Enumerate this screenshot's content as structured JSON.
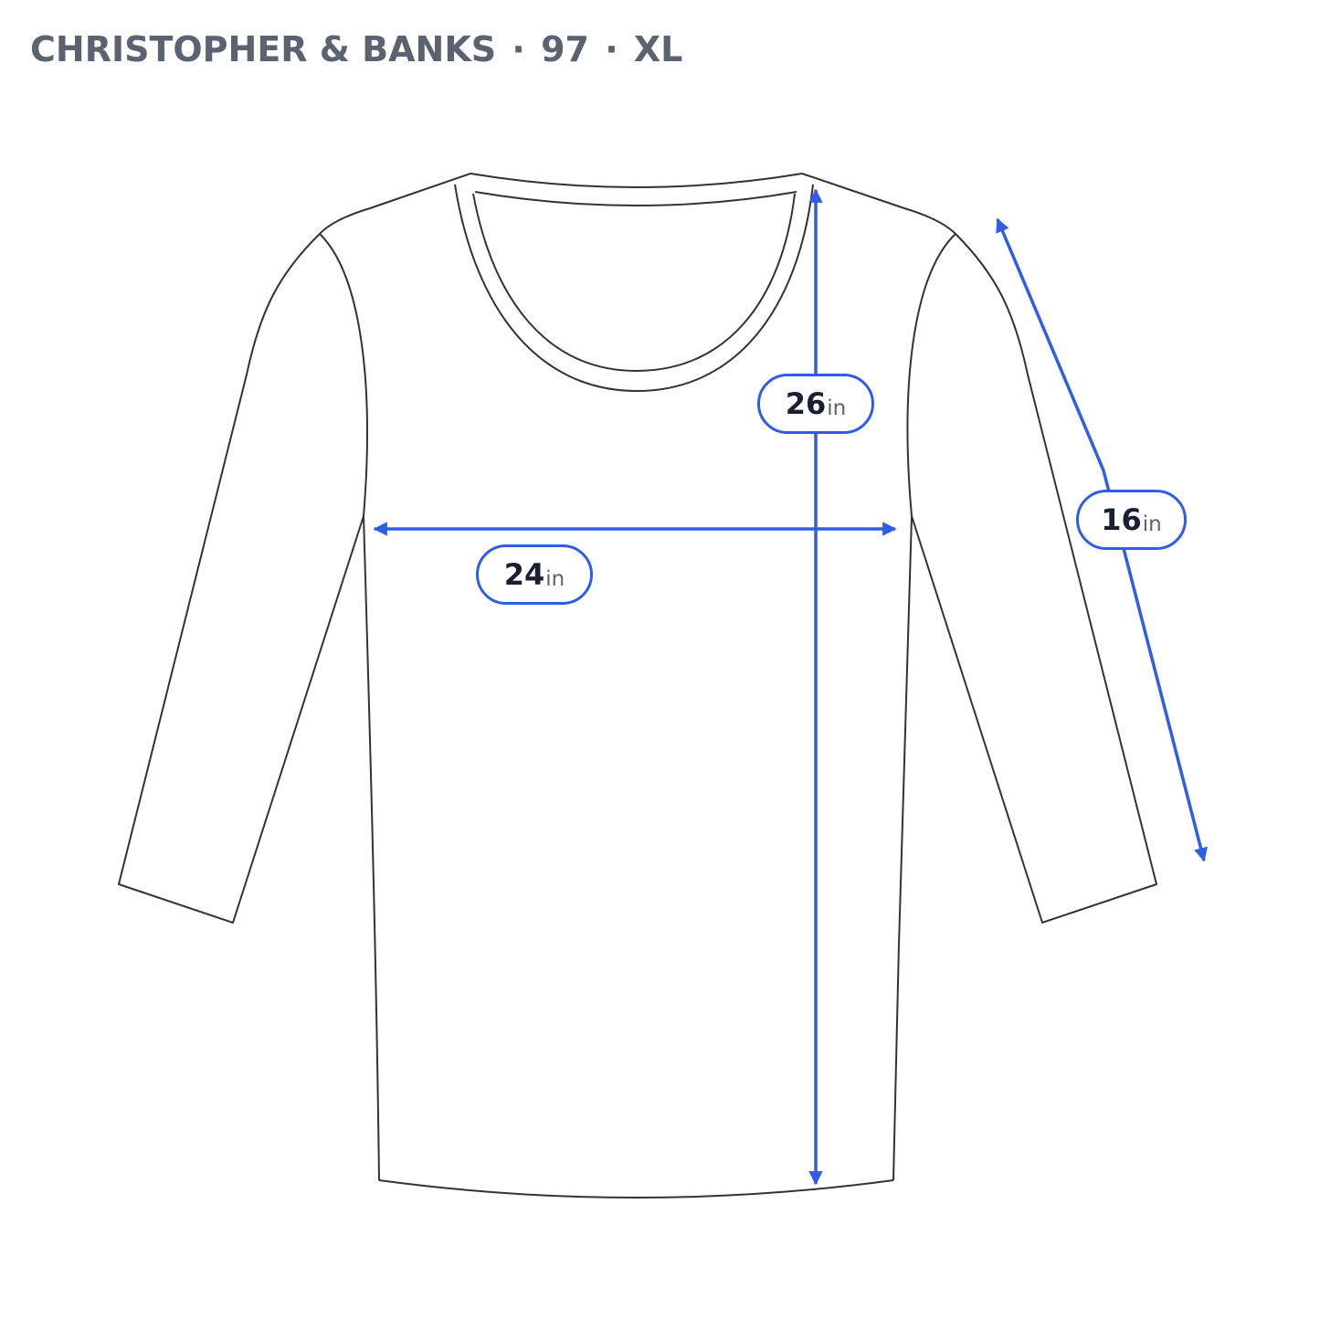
{
  "header": {
    "brand": "CHRISTOPHER & BANKS",
    "separator": "·",
    "product_code": "97",
    "size": "XL"
  },
  "colors": {
    "accent": "#2f5de8",
    "outline": "#333333",
    "title": "#5b6270",
    "value_text": "#1a1f33"
  },
  "measurements": [
    {
      "id": "length",
      "value": "26",
      "unit": "in"
    },
    {
      "id": "chest",
      "value": "24",
      "unit": "in"
    },
    {
      "id": "sleeve",
      "value": "16",
      "unit": "in"
    }
  ]
}
